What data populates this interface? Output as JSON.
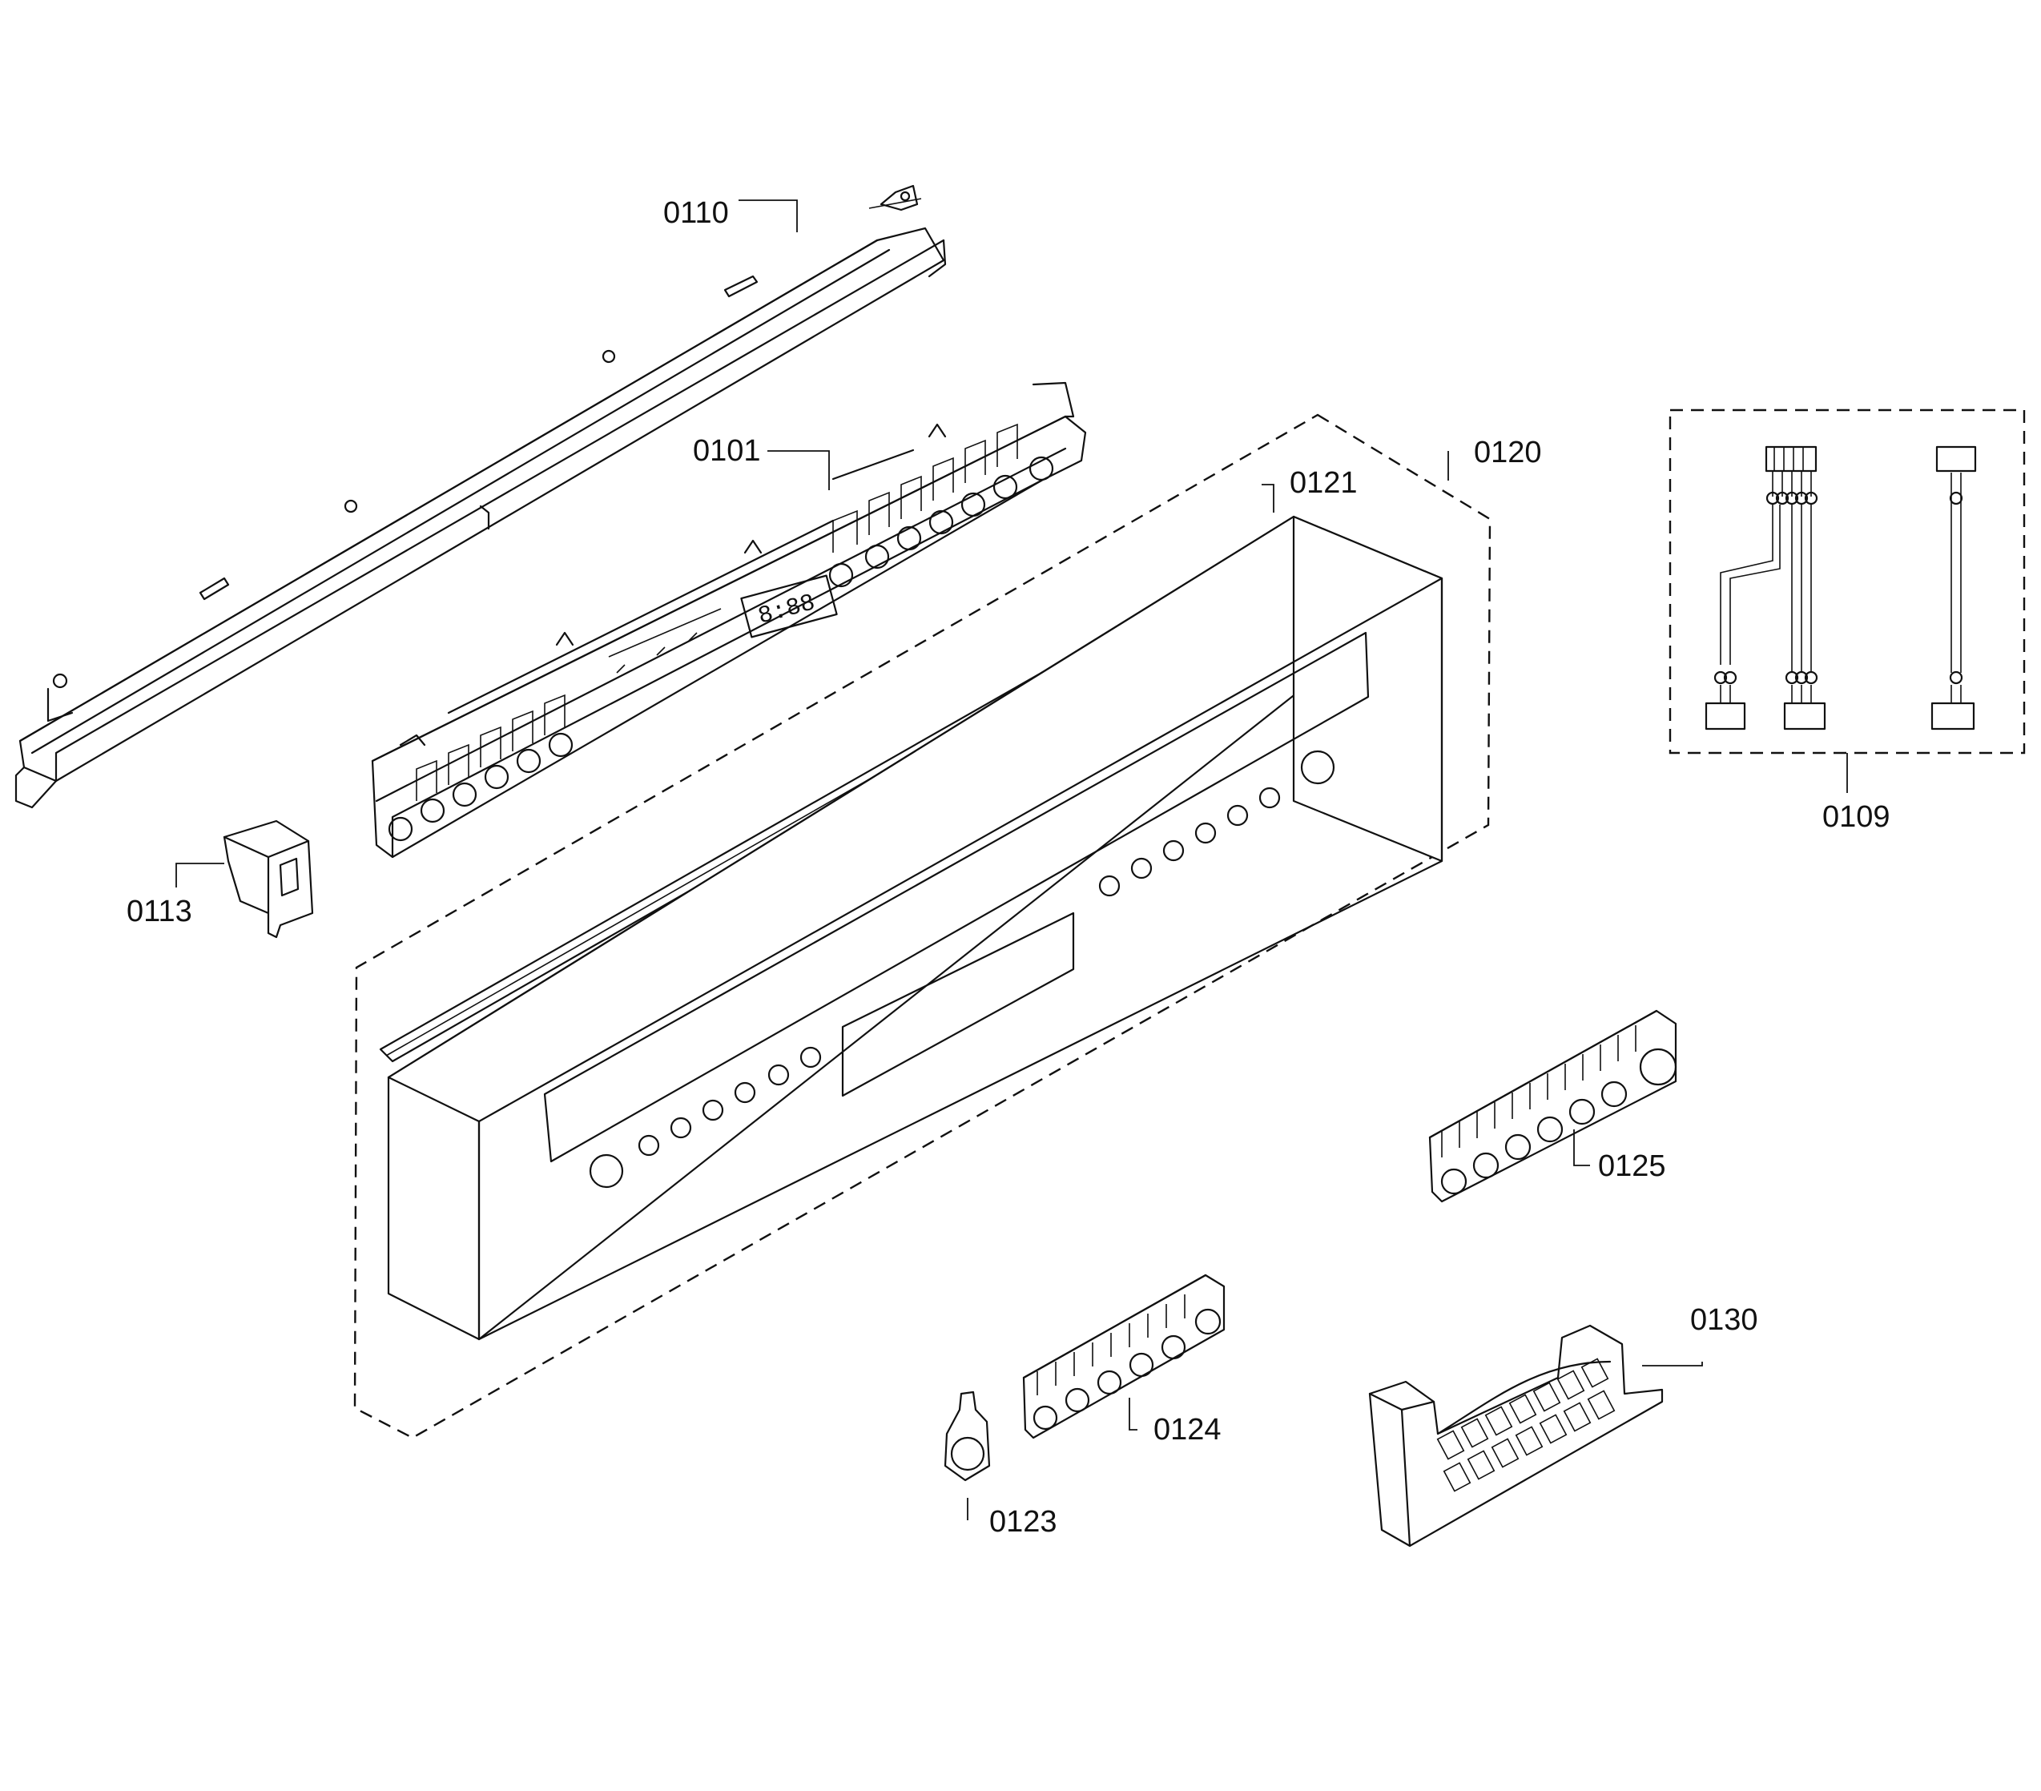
{
  "diagram": {
    "labels": {
      "p0110": "0110",
      "p0101": "0101",
      "p0121": "0121",
      "p0120": "0120",
      "p0109": "0109",
      "p0113": "0113",
      "p0125": "0125",
      "p0130": "0130",
      "p0124": "0124",
      "p0123": "0123"
    },
    "display_readout": "8:88"
  }
}
